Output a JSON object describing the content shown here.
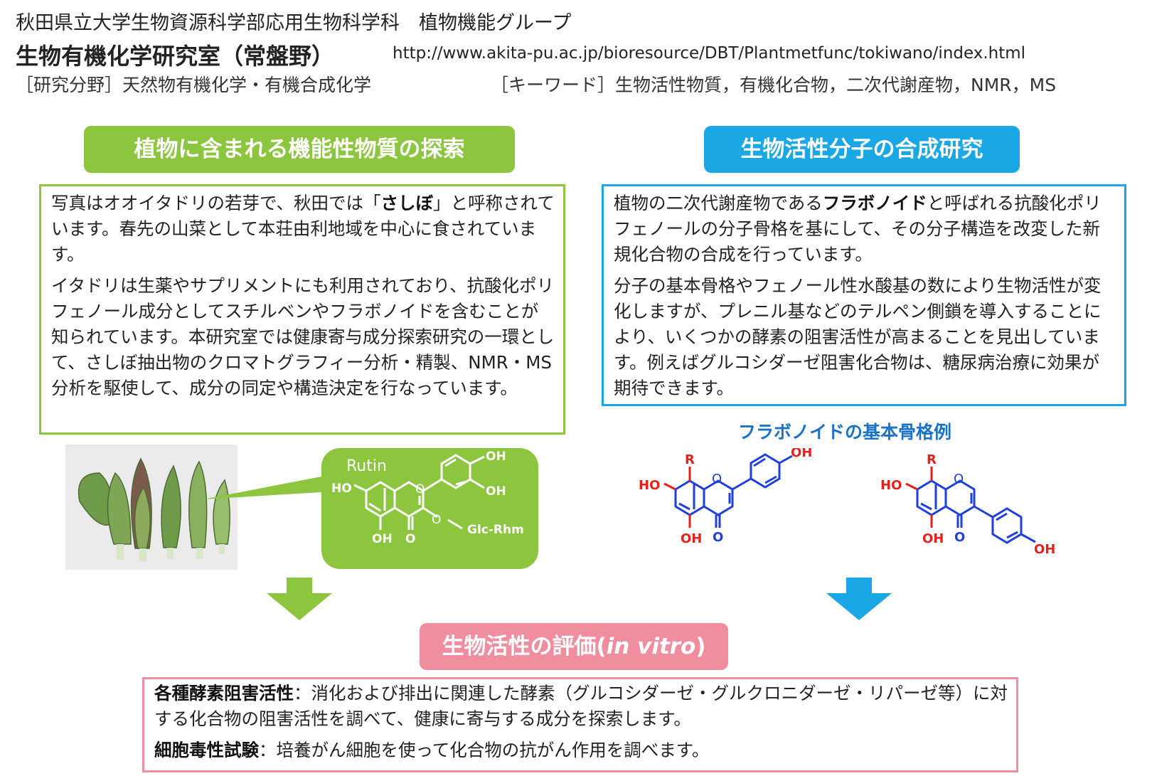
{
  "header": {
    "department": "秋田県立大学生物資源科学部応用生物科学科　植物機能グループ",
    "lab_name": "生物有機化学研究室（常盤野）",
    "url": "http://www.akita-pu.ac.jp/bioresource/DBT/Plantmetfunc/tokiwano/index.html",
    "field": "［研究分野］天然物有機化学・有機合成化学",
    "keywords": "［キーワード］生物活性物質，有機化合物，二次代謝産物，NMR，MS"
  },
  "left": {
    "title": "植物に含まれる機能性物質の探索",
    "p1_a": "写真はオオイタドリの若芽で、秋田では「",
    "p1_bold": "さしぼ",
    "p1_b": "」と呼称されています。春先の山菜として本荘由利地域を中心に食されています。",
    "p2": "イタドリは生薬やサプリメントにも利用されており、抗酸化ポリフェノール成分としてスチルベンやフラボノイドを含むことが知られています。本研究室では健康寄与成分探索研究の一環として、さしぼ抽出物のクロマトグラフィー分析・精製、NMR・MS分析を駆使して、成分の同定や構造決定を行なっています。"
  },
  "rutin": {
    "name": "Rutin",
    "oh": "OH",
    "ho": "HO",
    "o": "O",
    "glc": "Glc-Rhm"
  },
  "right": {
    "title": "生物活性分子の合成研究",
    "p1_a": "植物の二次代謝産物である",
    "p1_bold": "フラボノイド",
    "p1_b": "と呼ばれる抗酸化ポリフェノールの分子骨格を基にして、その分子構造を改変した新規化合物の合成を行っています。",
    "p2": "分子の基本骨格やフェノール性水酸基の数により生物活性が変化しますが、プレニル基などのテルペン側鎖を導入することにより、いくつかの酵素の阻害活性が高まることを見出しています。例えばグルコシダーゼ阻害化合物は、糖尿病治療に効果が期待できます。",
    "flavonoid_title": "フラボノイドの基本骨格例",
    "r": "R",
    "oh": "OH",
    "ho": "HO",
    "o": "O"
  },
  "bottom": {
    "title_a": "生物活性の評価(",
    "title_italic": "in vitro",
    "title_b": ")",
    "item1_bold": "各種酵素阻害活性",
    "item1_text": "：消化および排出に関連した酵素（グルコシダーゼ・グルクロニダーゼ・リパーゼ等）に対する化合物の阻害活性を調べて、健康に寄与する成分を探索します。",
    "item2_bold": "細胞毒性試験",
    "item2_text": "：培養がん細胞を使って化合物の抗がん作用を調べます。"
  },
  "colors": {
    "green": "#8cc63f",
    "blue": "#1aa7e6",
    "pink": "#f08ea0",
    "structure_blue": "#1f3fe0",
    "structure_red": "#e8201a"
  }
}
